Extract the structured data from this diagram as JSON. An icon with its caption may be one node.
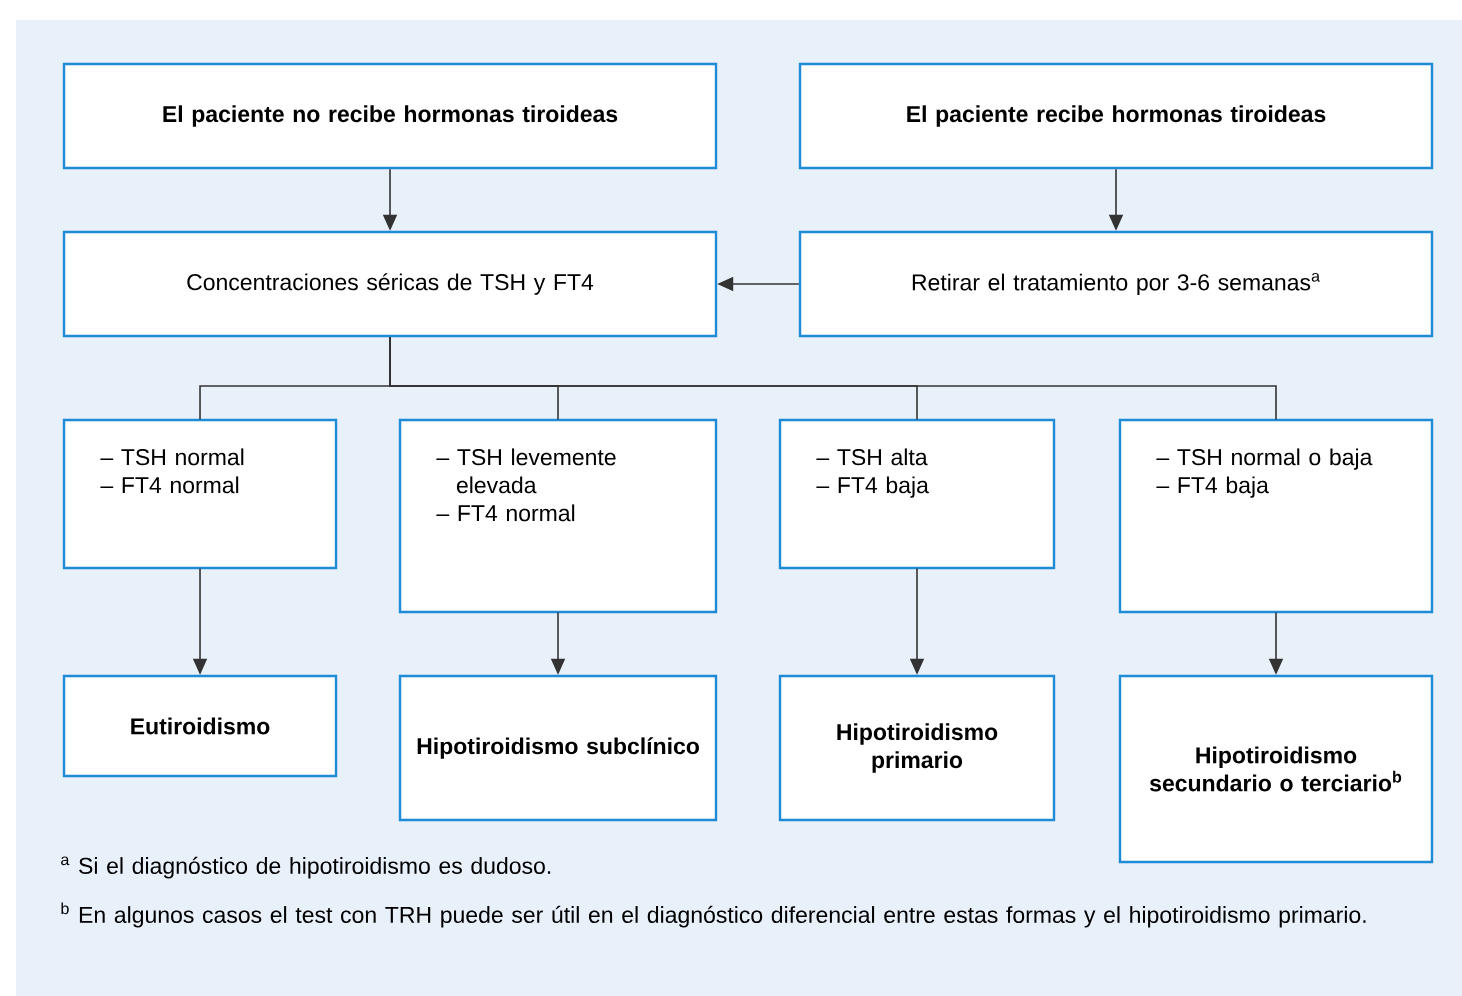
{
  "diagram": {
    "nodes": [
      {
        "text": [
          "El paciente no recibe hormonas tiroideas"
        ]
      },
      {
        "text": [
          "El paciente recibe hormonas tiroideas"
        ]
      },
      {
        "text": [
          "Concentraciones séricas de TSH y FT4"
        ]
      },
      {
        "text": [
          "Retirar el tratamiento por 3-6 semanas$^{a}$"
        ]
      },
      {
        "text": [
          "– TSH normal",
          "– FT4 normal"
        ]
      },
      {
        "text": [
          "– TSH levemente elevada",
          "– FT4 normal"
        ]
      },
      {
        "text": [
          "– TSH alta",
          "– FT4 baja"
        ]
      },
      {
        "text": [
          "– TSH normal o baja",
          "– FT4 baja"
        ]
      },
      {
        "text": [
          "Eutiroidismo"
        ]
      },
      {
        "text": [
          "Hipotiroidismo subclínico"
        ]
      },
      {
        "text": [
          "Hipotiroidismo primario"
        ]
      },
      {
        "text": [
          "Hipotiroidismo secundario o terciario$^{b}$"
        ]
      }
    ],
    "edges": [
      {
        "from": 0,
        "to": 2,
        "arrow": "to"
      },
      {
        "from": 1,
        "to": 3,
        "arrow": "to"
      },
      {
        "from": 3,
        "to": 2,
        "arrow": "to"
      },
      {
        "from": 2,
        "to": 4,
        "arrow": "none"
      },
      {
        "from": 2,
        "to": 5,
        "arrow": "none"
      },
      {
        "from": 2,
        "to": 6,
        "arrow": "none"
      },
      {
        "from": 2,
        "to": 7,
        "arrow": "none"
      },
      {
        "from": 4,
        "to": 8,
        "arrow": "to"
      },
      {
        "from": 5,
        "to": 9,
        "arrow": "to"
      },
      {
        "from": 6,
        "to": 10,
        "arrow": "to"
      },
      {
        "from": 7,
        "to": 11,
        "arrow": "to"
      }
    ],
    "labels": [
      "$^{a}$ Si el diagnóstico de hipotiroidismo es dudoso.",
      "$^{b}$ En algunos casos el test con TRH puede ser útil en el diagnóstico diferencial entre estas formas y el hipotiroidismo primario."
    ]
  }
}
